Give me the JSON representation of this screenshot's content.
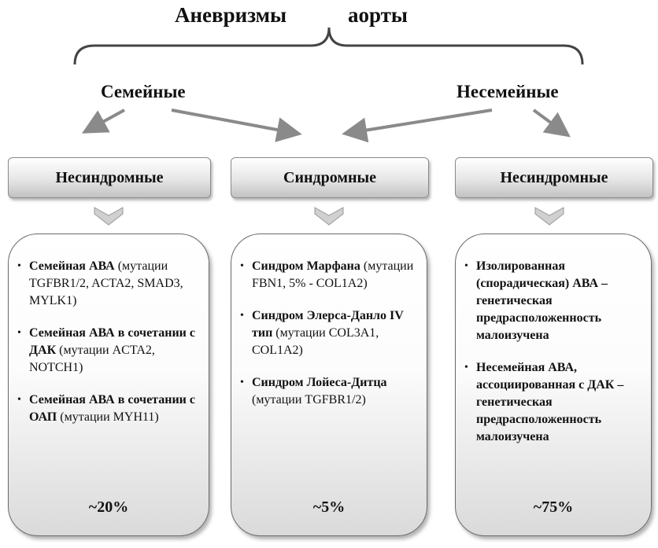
{
  "title": {
    "part1": "Аневризмы",
    "part2": "аорты"
  },
  "categories": {
    "left": "Семейные",
    "right": "Несемейные"
  },
  "columns": [
    {
      "header": "Несиндромные",
      "items": [
        {
          "bold": "Семейная АВА",
          "normal": " (мутации TGFBR1/2, ACTA2, SMAD3, MYLK1)"
        },
        {
          "bold": "Семейная АВА в сочетании с ДАК",
          "normal": " (мутации ACTA2, NOTCH1)"
        },
        {
          "bold": "Семейная АВА в сочетании с ОАП",
          "normal": " (мутации MYH11)"
        }
      ],
      "percent": "~20%"
    },
    {
      "header": "Синдромные",
      "items": [
        {
          "bold": "Синдром Марфана",
          "normal": " (мутации FBN1, 5% - COL1A2)"
        },
        {
          "bold": "Синдром Элерса-Данло IV тип",
          "normal": " (мутации COL3A1, COL1A2)"
        },
        {
          "bold": "Синдром Лойеса-Дитца",
          "normal": " (мутации TGFBR1/2)"
        }
      ],
      "percent": "~5%"
    },
    {
      "header": "Несиндромные",
      "items": [
        {
          "bold": "Изолированная (спорадическая) АВА – генетическая предрасположенность малоизучена",
          "normal": ""
        },
        {
          "bold": "Несемейная АВА, ассоциированная с ДАК – генетическая предрасположенность малоизучена",
          "normal": ""
        }
      ],
      "percent": "~75%"
    }
  ],
  "bullet_symbol": "•",
  "colors": {
    "arrow": "#8a8a8a",
    "bracket": "#444444",
    "chevron_fill": "#d0d0d0"
  }
}
